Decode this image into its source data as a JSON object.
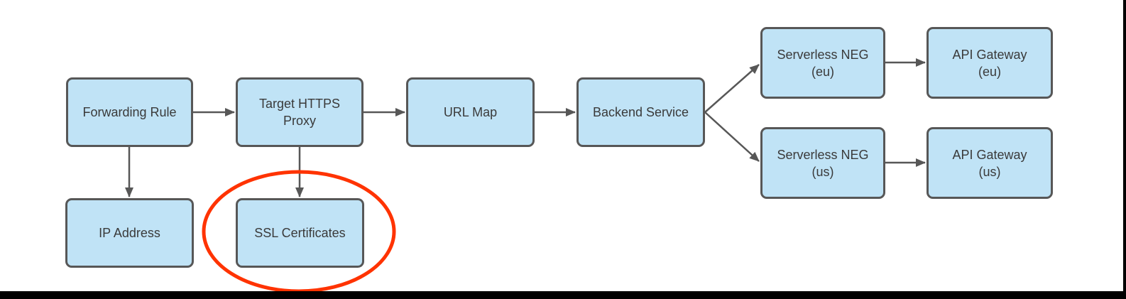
{
  "diagram": {
    "type": "flowchart",
    "nodes": [
      {
        "id": "forwarding-rule",
        "lines": [
          "Forwarding Rule"
        ]
      },
      {
        "id": "target-https-proxy",
        "lines": [
          "Target HTTPS",
          "Proxy"
        ]
      },
      {
        "id": "url-map",
        "lines": [
          "URL Map"
        ]
      },
      {
        "id": "backend-service",
        "lines": [
          "Backend Service"
        ]
      },
      {
        "id": "serverless-neg-eu",
        "lines": [
          "Serverless NEG",
          "(eu)"
        ]
      },
      {
        "id": "api-gateway-eu",
        "lines": [
          "API Gateway",
          "(eu)"
        ]
      },
      {
        "id": "serverless-neg-us",
        "lines": [
          "Serverless NEG",
          "(us)"
        ]
      },
      {
        "id": "api-gateway-us",
        "lines": [
          "API Gateway",
          "(us)"
        ]
      },
      {
        "id": "ip-address",
        "lines": [
          "IP Address"
        ]
      },
      {
        "id": "ssl-certificates",
        "lines": [
          "SSL Certificates"
        ]
      }
    ],
    "edges": [
      {
        "from": "forwarding-rule",
        "to": "target-https-proxy"
      },
      {
        "from": "target-https-proxy",
        "to": "url-map"
      },
      {
        "from": "url-map",
        "to": "backend-service"
      },
      {
        "from": "backend-service",
        "to": "serverless-neg-eu"
      },
      {
        "from": "backend-service",
        "to": "serverless-neg-us"
      },
      {
        "from": "serverless-neg-eu",
        "to": "api-gateway-eu"
      },
      {
        "from": "serverless-neg-us",
        "to": "api-gateway-us"
      },
      {
        "from": "forwarding-rule",
        "to": "ip-address"
      },
      {
        "from": "target-https-proxy",
        "to": "ssl-certificates"
      }
    ],
    "highlight": {
      "shape": "ellipse",
      "around": "ssl-certificates",
      "color": "#FF3300"
    },
    "colors": {
      "node_fill": "#C0E3F6",
      "node_border": "#575757",
      "arrow": "#575757",
      "text": "#3A3A3A",
      "highlight": "#FF3300",
      "frame": "#000000",
      "background": "#FFFFFF"
    }
  }
}
